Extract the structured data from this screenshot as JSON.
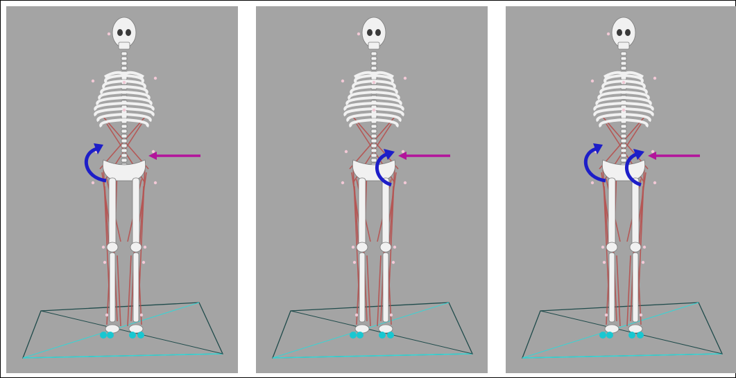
{
  "figure": {
    "panels": [
      {
        "id": "panel-1",
        "rotation_arrows": [
          "left"
        ]
      },
      {
        "id": "panel-2",
        "rotation_arrows": [
          "right"
        ]
      },
      {
        "id": "panel-3",
        "rotation_arrows": [
          "left",
          "right"
        ]
      }
    ],
    "colors": {
      "background": "#a4a4a4",
      "bone": "#f1f1f1",
      "muscle": "#b84a48",
      "marker": "#f2c9d6",
      "force_arrow": "#b3139b",
      "rotation_arrow": "#1d1ec8",
      "force_plate_edge": "#1e4a4a",
      "force_plate_edge_front": "#34d6d6",
      "foot_contact": "#19c7d1"
    },
    "icons": [
      "skeleton-model",
      "force-arrow-icon",
      "rotation-arrow-icon",
      "force-plate"
    ]
  }
}
